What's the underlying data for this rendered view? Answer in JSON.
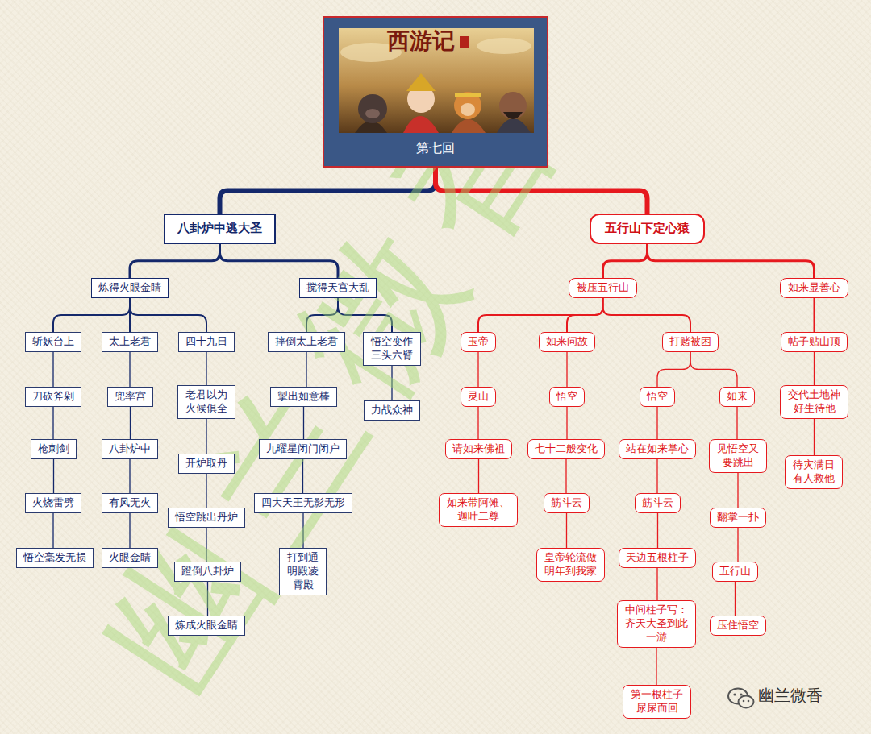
{
  "diagram": {
    "nodes": [
      {
        "text": [
          "第七回"
        ]
      },
      {
        "text": [
          "八卦炉中逃大圣"
        ]
      },
      {
        "text": [
          "炼得火眼金睛"
        ]
      },
      {
        "text": [
          "斩妖台上"
        ]
      },
      {
        "text": [
          "刀砍斧剁"
        ]
      },
      {
        "text": [
          "枪刺剑"
        ]
      },
      {
        "text": [
          "火烧雷劈"
        ]
      },
      {
        "text": [
          "悟空毫发无损"
        ]
      },
      {
        "text": [
          "太上老君"
        ]
      },
      {
        "text": [
          "兜率宫"
        ]
      },
      {
        "text": [
          "八卦炉中"
        ]
      },
      {
        "text": [
          "有风无火"
        ]
      },
      {
        "text": [
          "火眼金睛"
        ]
      },
      {
        "text": [
          "四十九日"
        ]
      },
      {
        "text": [
          "老君以为火候俱全"
        ]
      },
      {
        "text": [
          "开炉取丹"
        ]
      },
      {
        "text": [
          "悟空跳出丹炉"
        ]
      },
      {
        "text": [
          "蹬倒八卦炉"
        ]
      },
      {
        "text": [
          "炼成火眼金睛"
        ]
      },
      {
        "text": [
          "搅得天宫大乱"
        ]
      },
      {
        "text": [
          "摔倒太上老君"
        ]
      },
      {
        "text": [
          "掣出如意棒"
        ]
      },
      {
        "text": [
          "九曜星闭门闭户"
        ]
      },
      {
        "text": [
          "四大天王无影无形"
        ]
      },
      {
        "text": [
          "打到通明殿凌霄殿"
        ]
      },
      {
        "text": [
          "悟空变作三头六臂"
        ]
      },
      {
        "text": [
          "力战众神"
        ]
      },
      {
        "text": [
          "五行山下定心猿"
        ]
      },
      {
        "text": [
          "被压五行山"
        ]
      },
      {
        "text": [
          "玉帝"
        ]
      },
      {
        "text": [
          "灵山"
        ]
      },
      {
        "text": [
          "请如来佛祖"
        ]
      },
      {
        "text": [
          "如来带阿傩、迦叶二尊"
        ]
      },
      {
        "text": [
          "如来问故"
        ]
      },
      {
        "text": [
          "悟空"
        ]
      },
      {
        "text": [
          "七十二般变化"
        ]
      },
      {
        "text": [
          "筋斗云"
        ]
      },
      {
        "text": [
          "皇帝轮流做明年到我家"
        ]
      },
      {
        "text": [
          "打赌被困"
        ]
      },
      {
        "text": [
          "悟空"
        ]
      },
      {
        "text": [
          "站在如来掌心"
        ]
      },
      {
        "text": [
          "筋斗云"
        ]
      },
      {
        "text": [
          "天边五根柱子"
        ]
      },
      {
        "text": [
          "中间柱子写：齐天大圣到此一游"
        ]
      },
      {
        "text": [
          "第一根柱子尿尿而回"
        ]
      },
      {
        "text": [
          "如来"
        ]
      },
      {
        "text": [
          "见悟空又要跳出"
        ]
      },
      {
        "text": [
          "翻掌一扑"
        ]
      },
      {
        "text": [
          "五行山"
        ]
      },
      {
        "text": [
          "压住悟空"
        ]
      },
      {
        "text": [
          "如来显善心"
        ]
      },
      {
        "text": [
          "帖子贴山顶"
        ]
      },
      {
        "text": [
          "交代土地神好生待他"
        ]
      },
      {
        "text": [
          "待灾满日有人救他"
        ]
      }
    ],
    "edges": [
      {
        "from": 0,
        "to": 1,
        "arrow": "none"
      },
      {
        "from": 0,
        "to": 27,
        "arrow": "none"
      },
      {
        "from": 1,
        "to": 2,
        "arrow": "none"
      },
      {
        "from": 1,
        "to": 19,
        "arrow": "none"
      },
      {
        "from": 2,
        "to": 3,
        "arrow": "none"
      },
      {
        "from": 2,
        "to": 8,
        "arrow": "none"
      },
      {
        "from": 2,
        "to": 13,
        "arrow": "none"
      },
      {
        "from": 3,
        "to": 4,
        "arrow": "none"
      },
      {
        "from": 4,
        "to": 5,
        "arrow": "none"
      },
      {
        "from": 5,
        "to": 6,
        "arrow": "none"
      },
      {
        "from": 6,
        "to": 7,
        "arrow": "none"
      },
      {
        "from": 8,
        "to": 9,
        "arrow": "none"
      },
      {
        "from": 9,
        "to": 10,
        "arrow": "none"
      },
      {
        "from": 10,
        "to": 11,
        "arrow": "none"
      },
      {
        "from": 11,
        "to": 12,
        "arrow": "none"
      },
      {
        "from": 13,
        "to": 14,
        "arrow": "none"
      },
      {
        "from": 14,
        "to": 15,
        "arrow": "none"
      },
      {
        "from": 15,
        "to": 16,
        "arrow": "none"
      },
      {
        "from": 16,
        "to": 17,
        "arrow": "none"
      },
      {
        "from": 17,
        "to": 18,
        "arrow": "none"
      },
      {
        "from": 19,
        "to": 20,
        "arrow": "none"
      },
      {
        "from": 19,
        "to": 25,
        "arrow": "none"
      },
      {
        "from": 20,
        "to": 21,
        "arrow": "none"
      },
      {
        "from": 21,
        "to": 22,
        "arrow": "none"
      },
      {
        "from": 22,
        "to": 23,
        "arrow": "none"
      },
      {
        "from": 23,
        "to": 24,
        "arrow": "none"
      },
      {
        "from": 25,
        "to": 26,
        "arrow": "none"
      },
      {
        "from": 27,
        "to": 28,
        "arrow": "none"
      },
      {
        "from": 27,
        "to": 50,
        "arrow": "none"
      },
      {
        "from": 28,
        "to": 29,
        "arrow": "none"
      },
      {
        "from": 28,
        "to": 33,
        "arrow": "none"
      },
      {
        "from": 28,
        "to": 38,
        "arrow": "none"
      },
      {
        "from": 29,
        "to": 30,
        "arrow": "none"
      },
      {
        "from": 30,
        "to": 31,
        "arrow": "none"
      },
      {
        "from": 31,
        "to": 32,
        "arrow": "none"
      },
      {
        "from": 33,
        "to": 34,
        "arrow": "none"
      },
      {
        "from": 34,
        "to": 35,
        "arrow": "none"
      },
      {
        "from": 35,
        "to": 36,
        "arrow": "none"
      },
      {
        "from": 36,
        "to": 37,
        "arrow": "none"
      },
      {
        "from": 38,
        "to": 39,
        "arrow": "none"
      },
      {
        "from": 38,
        "to": 45,
        "arrow": "none"
      },
      {
        "from": 39,
        "to": 40,
        "arrow": "none"
      },
      {
        "from": 40,
        "to": 41,
        "arrow": "none"
      },
      {
        "from": 41,
        "to": 42,
        "arrow": "none"
      },
      {
        "from": 42,
        "to": 43,
        "arrow": "none"
      },
      {
        "from": 43,
        "to": 44,
        "arrow": "none"
      },
      {
        "from": 45,
        "to": 46,
        "arrow": "none"
      },
      {
        "from": 46,
        "to": 47,
        "arrow": "none"
      },
      {
        "from": 47,
        "to": 48,
        "arrow": "none"
      },
      {
        "from": 48,
        "to": 49,
        "arrow": "none"
      },
      {
        "from": 50,
        "to": 51,
        "arrow": "none"
      },
      {
        "from": 51,
        "to": 52,
        "arrow": "none"
      },
      {
        "from": 52,
        "to": 53,
        "arrow": "none"
      }
    ],
    "labels": [
      "西游记",
      "幽兰微香",
      "幽兰微香"
    ]
  }
}
